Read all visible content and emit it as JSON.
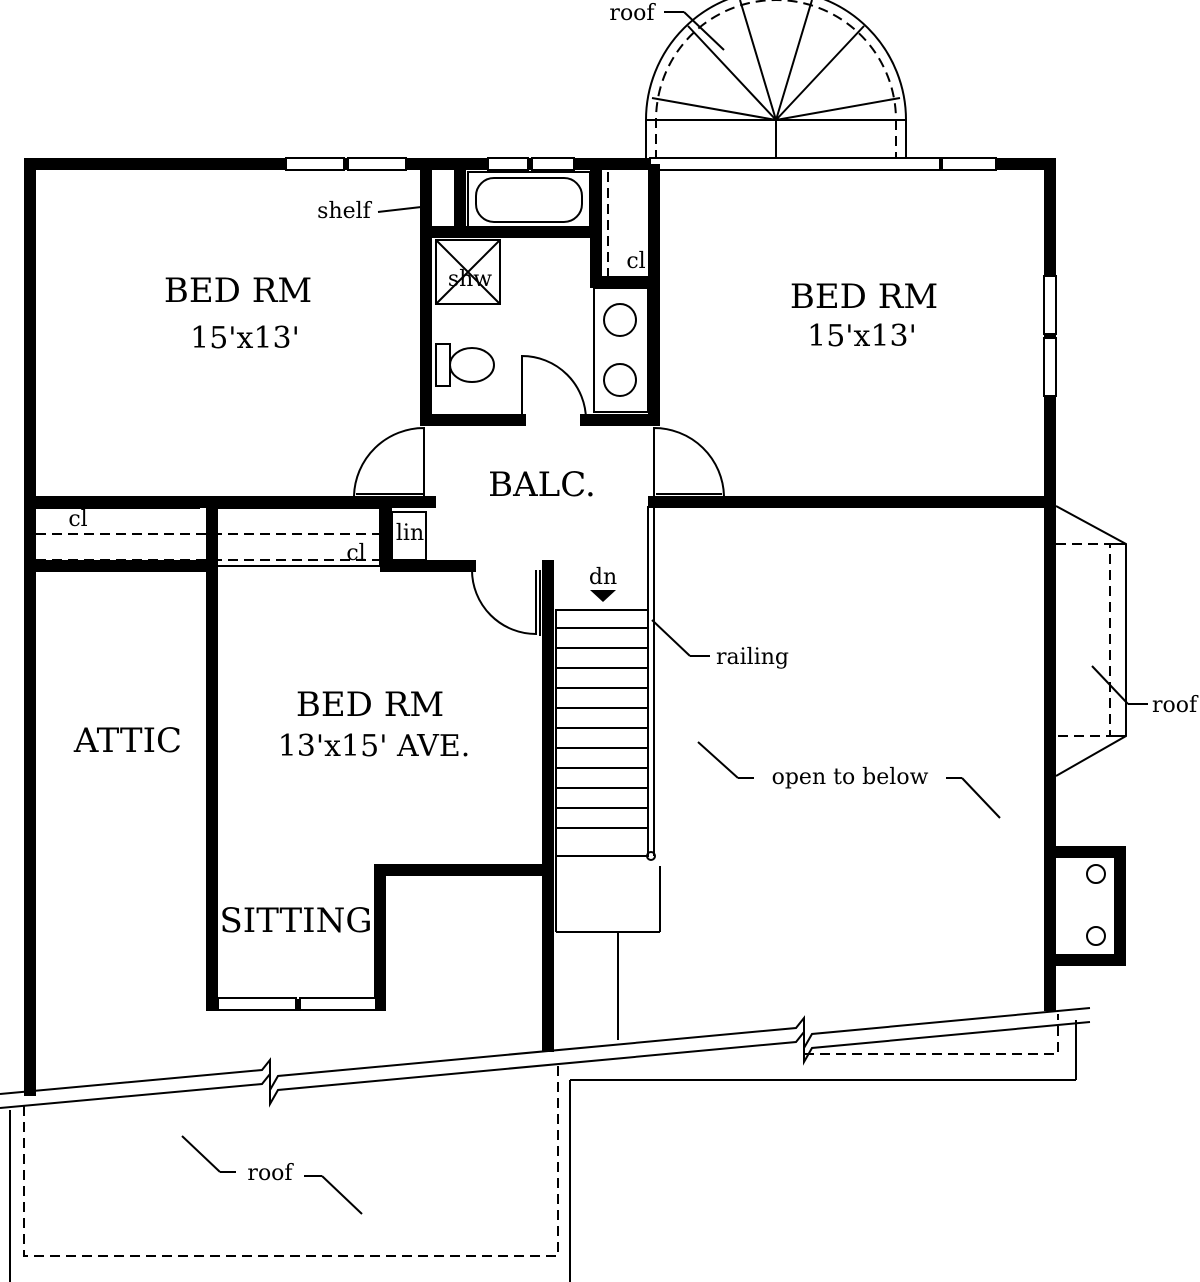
{
  "rooms": {
    "bed_nw": {
      "name": "BED  RM",
      "size": "15'x13'"
    },
    "bed_ne": {
      "name": "BED  RM",
      "size": "15'x13'"
    },
    "bed_center": {
      "name": "BED  RM",
      "size": "13'x15'  AVE."
    },
    "balcony": "BALC.",
    "attic": "ATTIC",
    "sitting": "SITTING"
  },
  "labels": {
    "roof_top": "roof",
    "roof_right": "roof",
    "roof_bottom": "roof",
    "shelf": "shelf",
    "shower": "shw",
    "closet_ne": "cl",
    "closet_west": "cl",
    "closet_center": "cl",
    "linen": "lin",
    "down": "dn",
    "railing": "railing",
    "open_to_below": "open to below"
  }
}
